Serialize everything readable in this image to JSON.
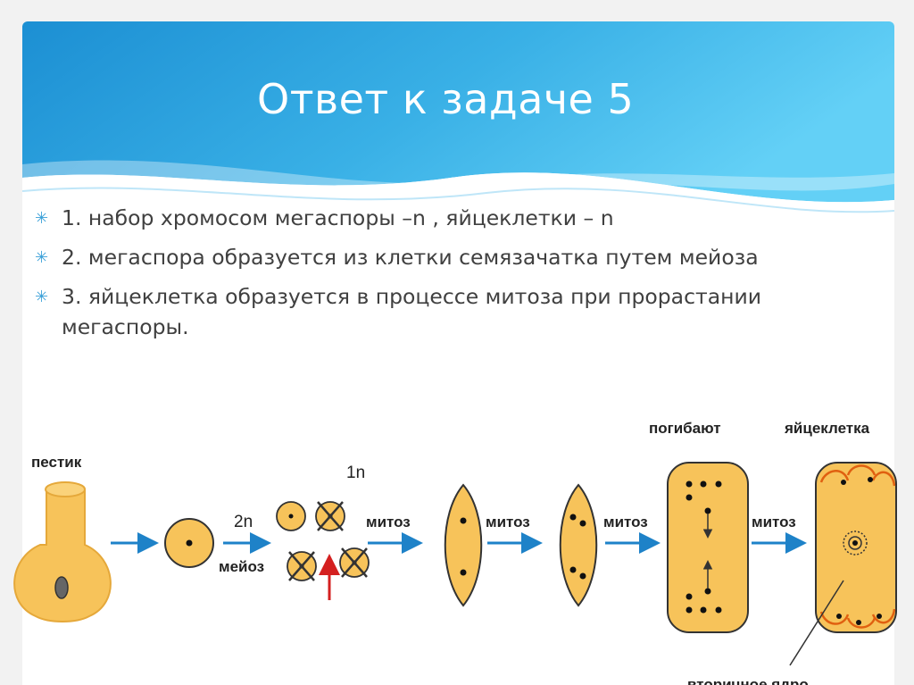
{
  "slide": {
    "title": "Ответ к задаче 5",
    "bullets": [
      "1. набор  хромосом мегаспоры –n , яйцеклетки – n",
      "2. мегаспора образуется из клетки семязачатка путем мейоза",
      "3. яйцеклетка образуется в процессе митоза при прорастании мегаспоры."
    ]
  },
  "diagram": {
    "labels": {
      "pistil": "пестик",
      "two_n": "2n",
      "meiosis": "мейоз",
      "one_n": "1n",
      "mitosis_1": "митоз",
      "mitosis_2": "митоз",
      "mitosis_3": "митоз",
      "mitosis_4": "митоз",
      "die": "погибают",
      "egg_cell": "яйцеклетка",
      "secondary_nucleus": "вторичное ядро"
    },
    "colors": {
      "cell_fill": "#f7c35a",
      "cell_stroke": "#333333",
      "arrow_blue": "#1e82c8",
      "arrow_red": "#d42020",
      "egg_accent": "#e06010"
    }
  }
}
